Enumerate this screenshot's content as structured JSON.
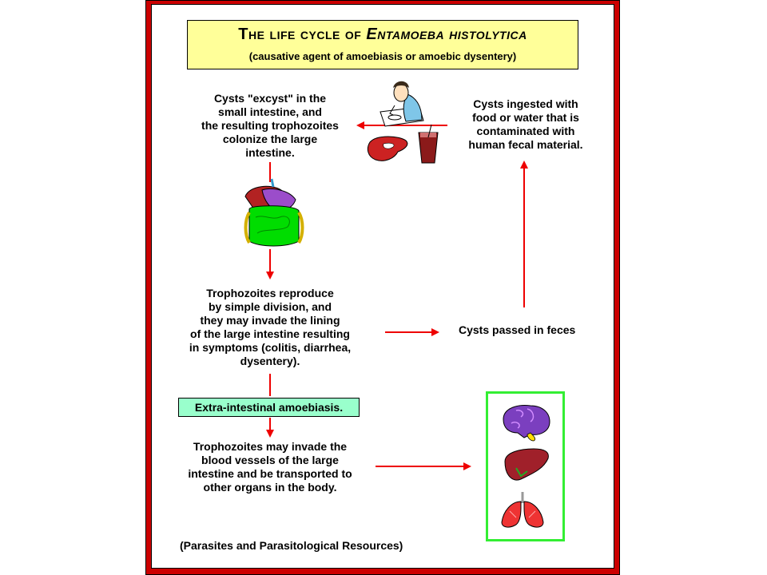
{
  "title": {
    "prefix": "The life cycle of ",
    "organism": "Entamoeba histolytica",
    "subtitle": "(causative agent of amoebiasis or amoebic dysentery)"
  },
  "steps": {
    "excyst": [
      "Cysts \"excyst\" in the",
      "small intestine, and",
      "the resulting trophozoites",
      "colonize the large",
      "intestine."
    ],
    "ingested": [
      "Cysts ingested with",
      "food or water that is",
      "contaminated with",
      "human fecal material."
    ],
    "reproduce": [
      "Trophozoites reproduce",
      "by simple division, and",
      "they may invade the lining",
      "of the large intestine resulting",
      "in symptoms (colitis, diarrhea,",
      "dysentery)."
    ],
    "passed": "Cysts passed in feces",
    "extra_label": "Extra-intestinal amoebiasis.",
    "invade": [
      "Trophozoites may invade the",
      "blood vessels of the large",
      "intestine and be transported to",
      "other organs in the body."
    ]
  },
  "source": "(Parasites and Parasitological Resources)",
  "icons": [
    "person-eating-icon",
    "steak-icon",
    "drink-glass-icon",
    "intestine-icon",
    "brain-icon",
    "liver-icon",
    "lungs-icon"
  ],
  "colors": {
    "frame": "#cc0000",
    "arrow": "#ee0000",
    "title_bg": "#ffff99",
    "extra_bg": "#99ffcc",
    "organs_border": "#33ee33"
  }
}
